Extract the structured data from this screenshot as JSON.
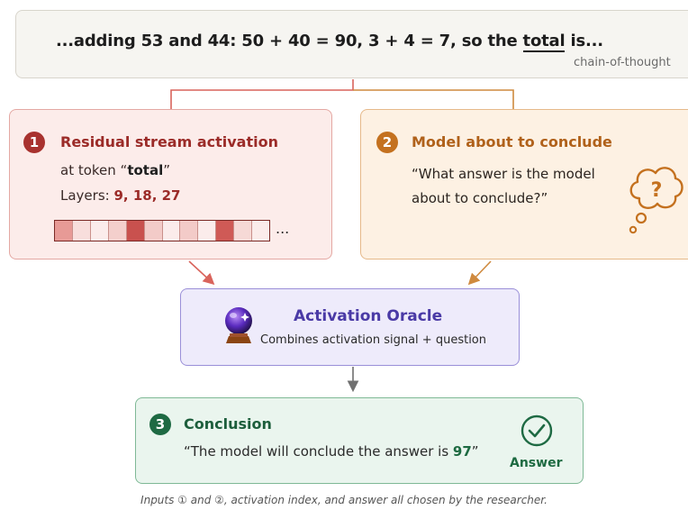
{
  "cot": {
    "prefix": "...adding 53 and 44: 50 + 40 = 90, 3 + 4 = 7, so the ",
    "highlight": "total",
    "suffix": " is...",
    "caption": "chain-of-thought"
  },
  "input1": {
    "badge": "1",
    "title": "Residual stream activation",
    "token_prefix": "at token “",
    "token": "total",
    "token_suffix": "”",
    "layers_label": "Layers: ",
    "layers": "9, 18, 27",
    "ellipsis": "...",
    "cells": [
      {
        "color": "#e79a96"
      },
      {
        "color": "#f8dedc"
      },
      {
        "color": "#fbeceb"
      },
      {
        "color": "#f4cfcc"
      },
      {
        "color": "#c9514e"
      },
      {
        "color": "#f3cbc8"
      },
      {
        "color": "#fbeceb"
      },
      {
        "color": "#f3cbc8"
      },
      {
        "color": "#fbeceb"
      },
      {
        "color": "#cf5a56"
      },
      {
        "color": "#f6d9d6"
      },
      {
        "color": "#fbeceb"
      }
    ]
  },
  "input2": {
    "badge": "2",
    "title": "Model about to conclude",
    "question": "“What answer is the model about to conclude?”",
    "bubble_icon": "thought-bubble-question-icon",
    "bubble_symbol": "?"
  },
  "oracle": {
    "title": "Activation Oracle",
    "subtitle": "Combines activation signal + question",
    "icon": "crystal-ball-icon"
  },
  "conclusion": {
    "badge": "3",
    "title": "Conclusion",
    "quote_prefix": "“The model will conclude the answer is ",
    "answer_value": "97",
    "quote_suffix": "”",
    "answer_label": "Answer",
    "icon": "check-circle-icon"
  },
  "footer": "Inputs ① and ②, activation index, and answer all chosen by the researcher.",
  "colors": {
    "input1_accent": "#a8322f",
    "input2_accent": "#c4711f",
    "oracle_accent": "#4a3aa6",
    "conclusion_accent": "#1e6a43"
  }
}
